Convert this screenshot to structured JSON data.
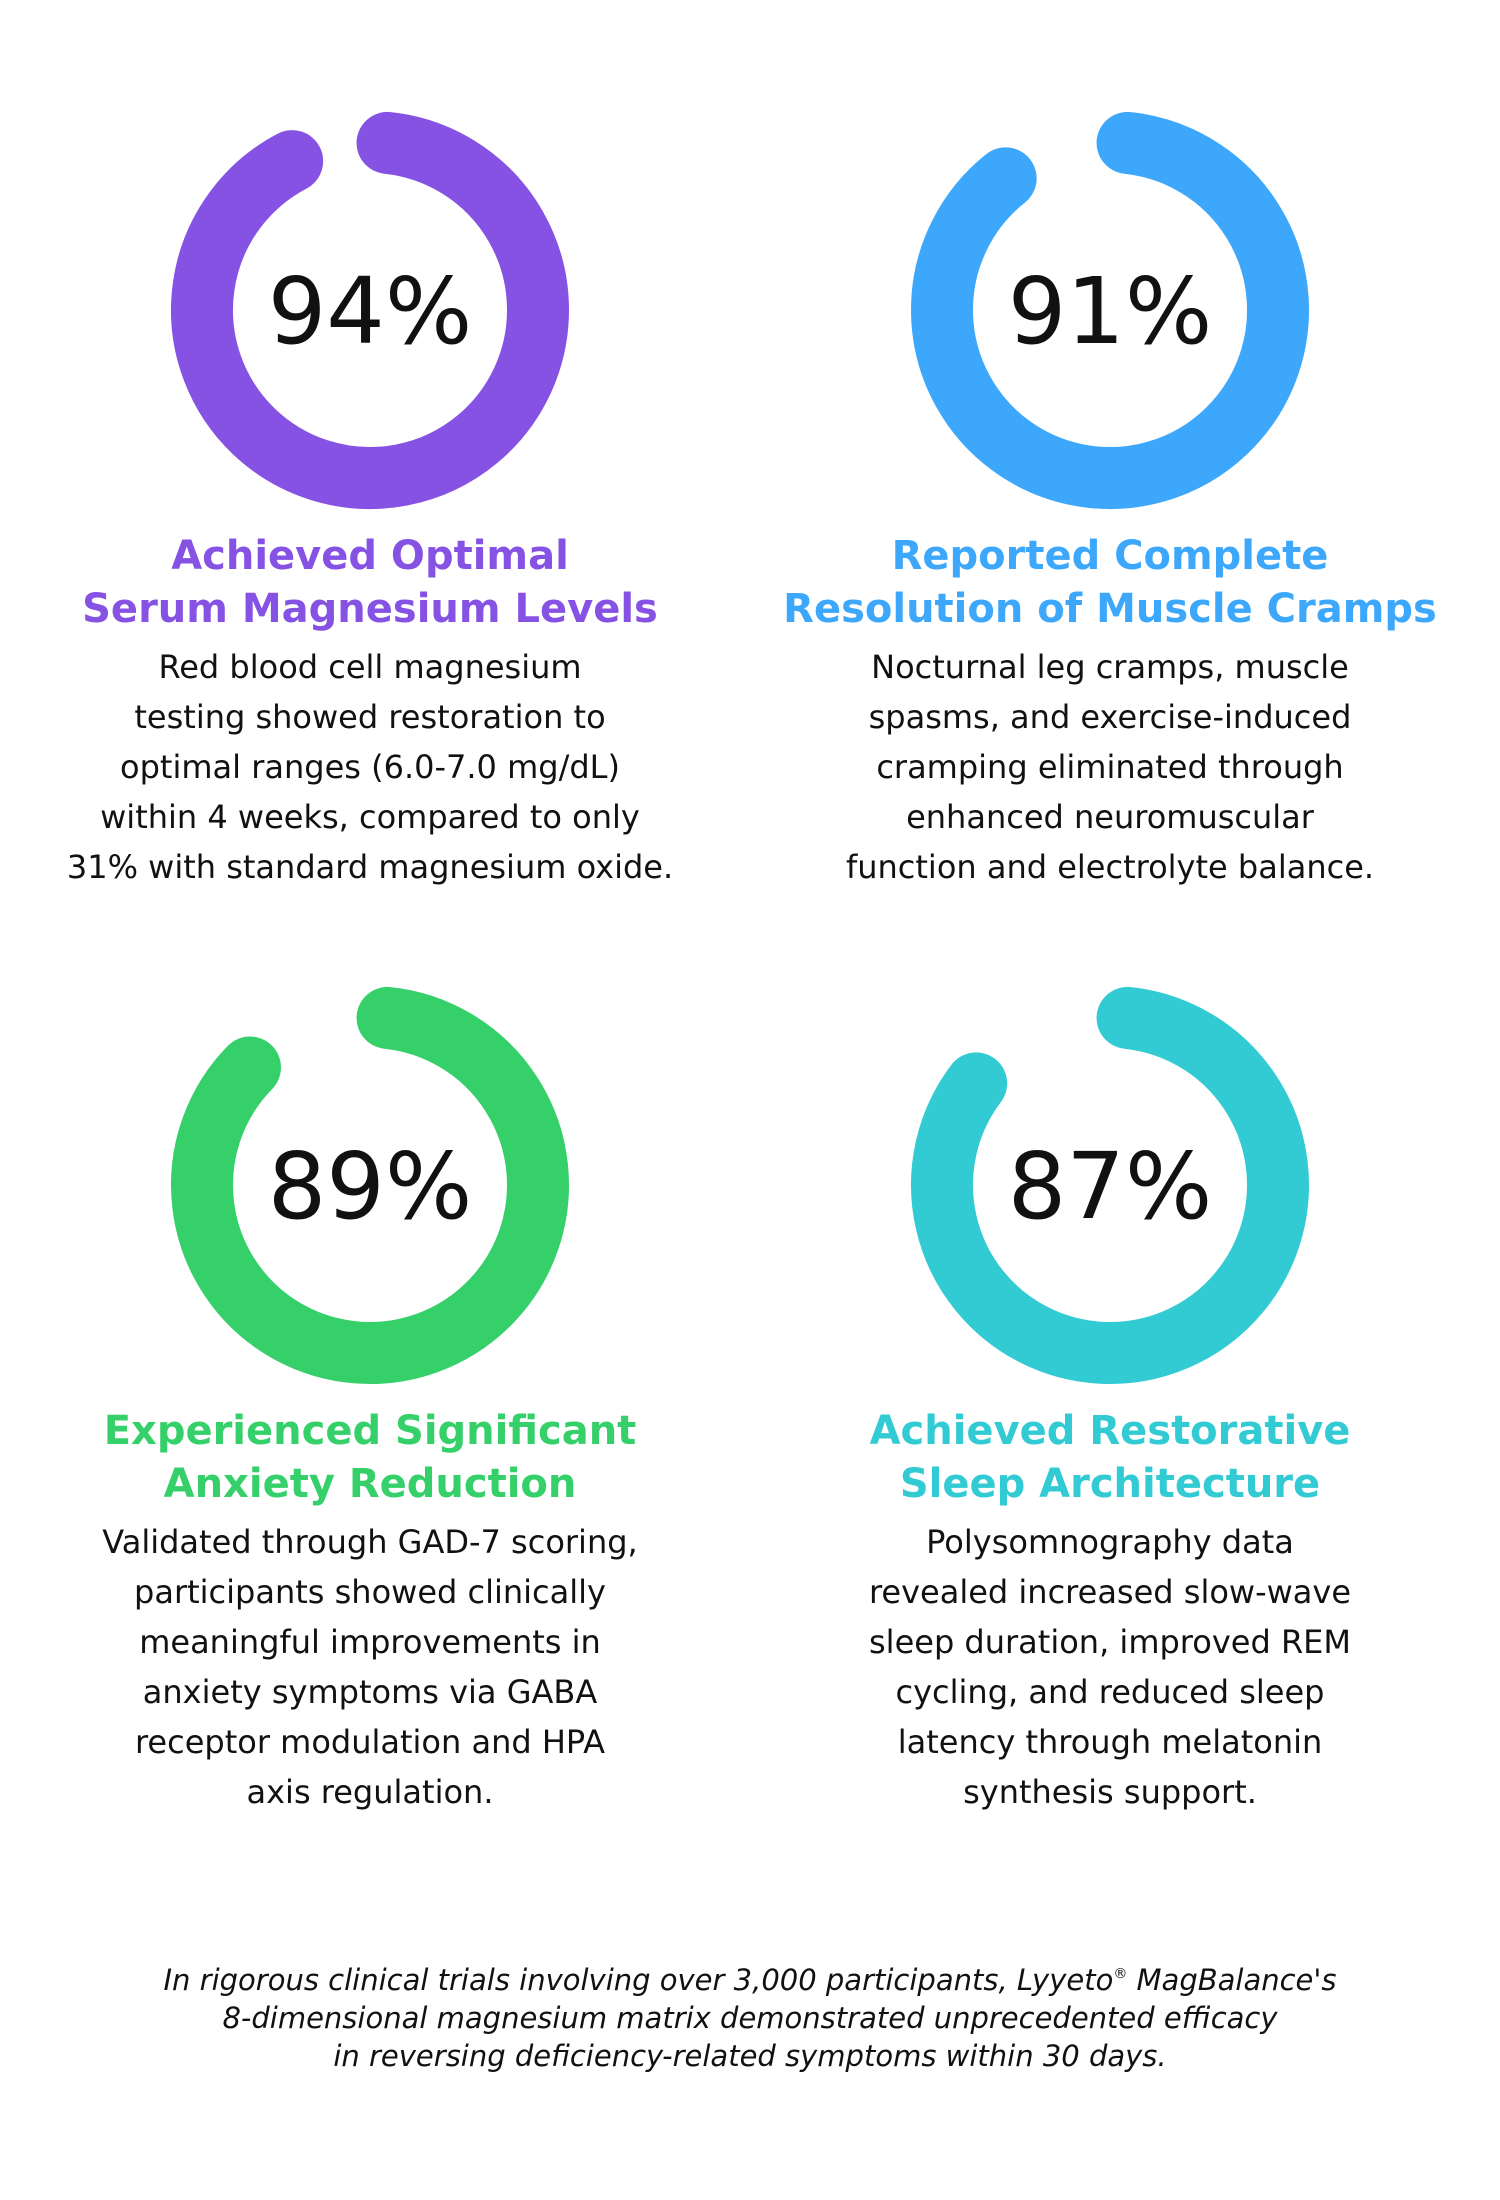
{
  "stats": [
    {
      "percent": 94,
      "percent_label": "94%",
      "color": "#8652E3",
      "heading": "Achieved Optimal\nSerum Magnesium Levels",
      "description": "Red blood cell magnesium\ntesting showed restoration to\noptimal ranges (6.0-7.0 mg/dL)\nwithin 4 weeks, compared to only\n31% with standard magnesium oxide."
    },
    {
      "percent": 91,
      "percent_label": "91%",
      "color": "#3DA8FB",
      "heading": "Reported Complete\nResolution of Muscle Cramps",
      "description": "Nocturnal leg cramps, muscle\nspasms, and exercise-induced\ncramping eliminated through\nenhanced neuromuscular\nfunction and electrolyte balance."
    },
    {
      "percent": 89,
      "percent_label": "89%",
      "color": "#36D06A",
      "heading": "Experienced Significant\nAnxiety Reduction",
      "description": "Validated through GAD-7 scoring,\nparticipants showed clinically\nmeaningful improvements in\nanxiety symptoms via GABA\nreceptor modulation and HPA\naxis regulation."
    },
    {
      "percent": 87,
      "percent_label": "87%",
      "color": "#33CBD3",
      "heading": "Achieved Restorative\nSleep Architecture",
      "description": "Polysomnography data\nrevealed increased slow-wave\nsleep duration, improved REM\ncycling, and reduced sleep\nlatency through melatonin\nsynthesis support."
    }
  ],
  "footer": {
    "before_mark": "In rigorous clinical trials involving over 3,000 participants, Lyyeto",
    "mark": "®",
    "after_mark": " MagBalance's\n8-dimensional magnesium matrix demonstrated unprecedented efficacy\nin reversing deficiency-related symptoms within 30 days."
  }
}
